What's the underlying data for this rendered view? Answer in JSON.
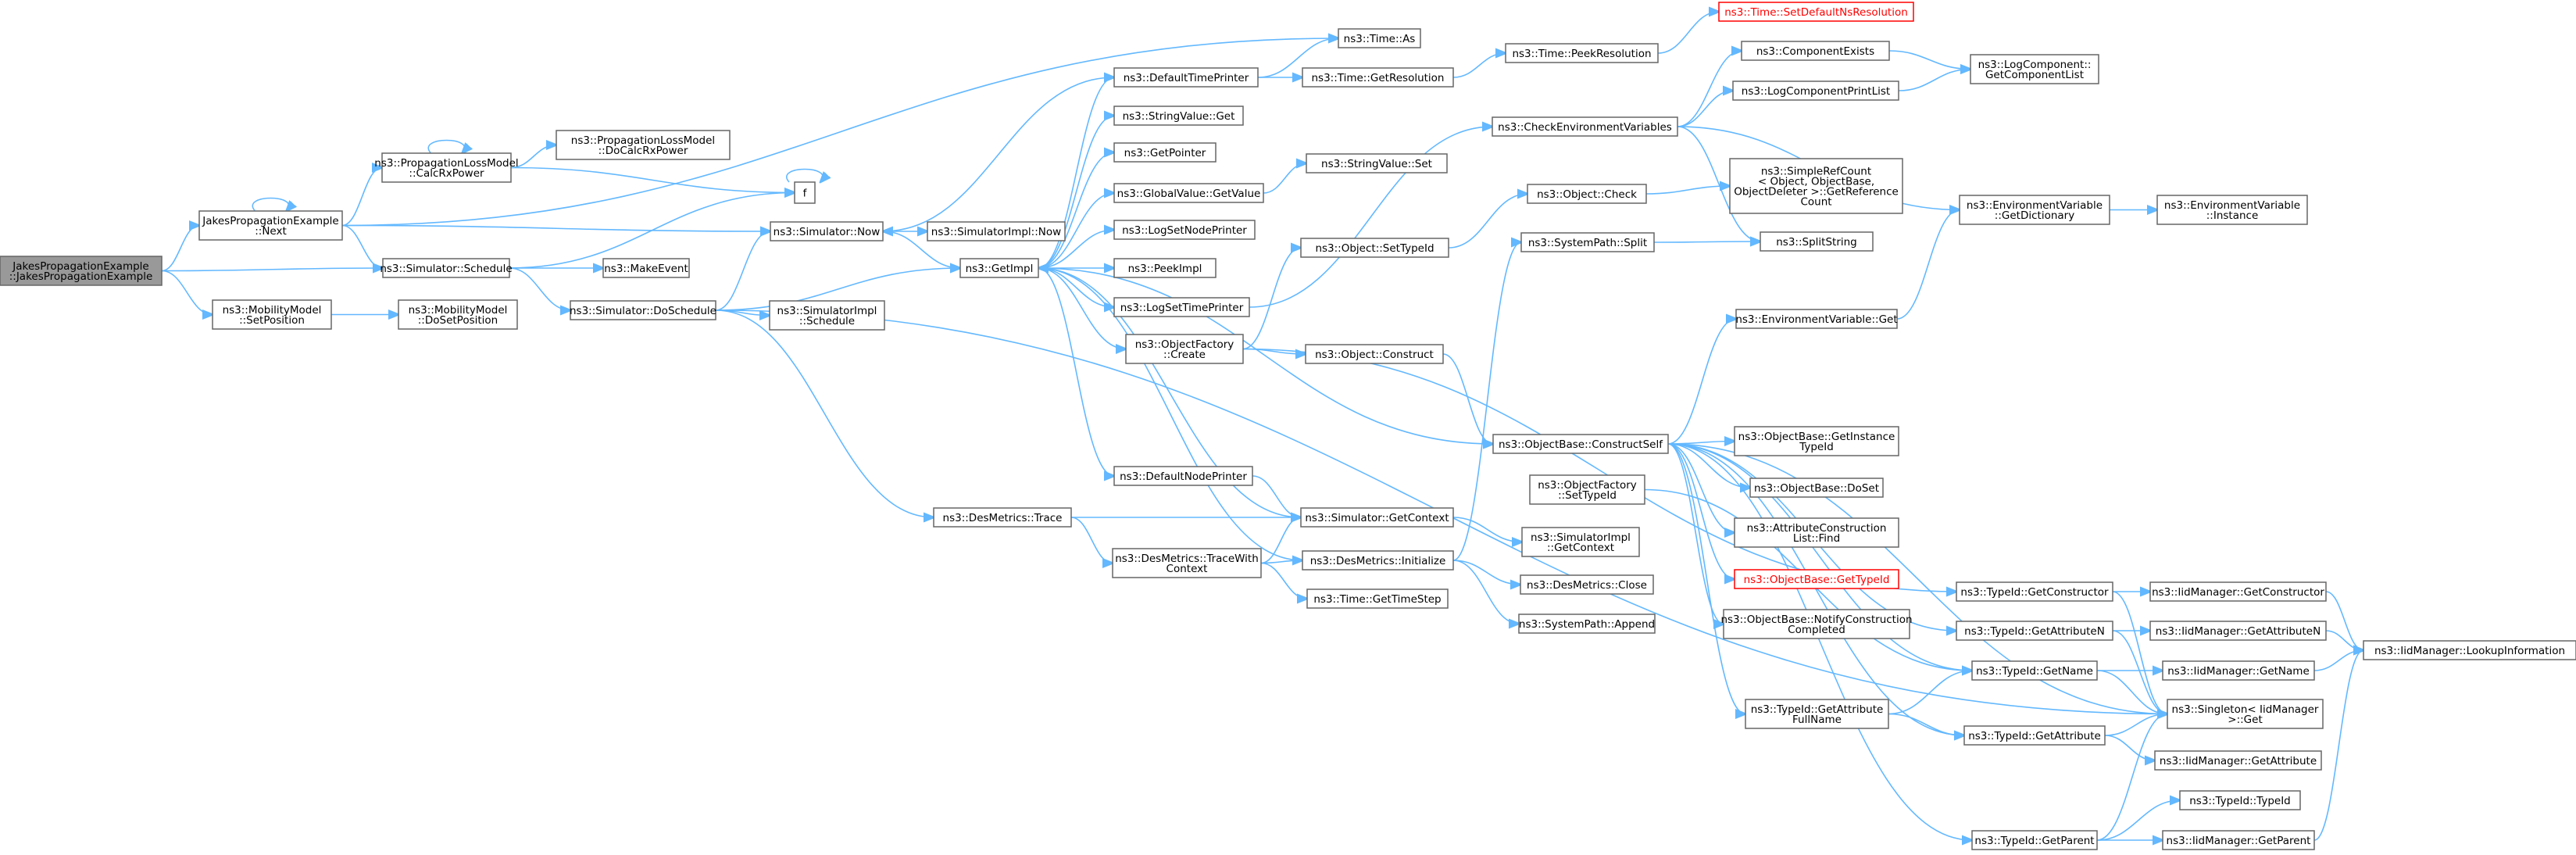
{
  "graph": {
    "type": "call-graph",
    "edge_color": "#63b8ff",
    "node_border_color": "#666666",
    "root_fill_color": "#999999",
    "error_color": "#ff0000",
    "nodes": [
      {
        "id": "root",
        "lines": [
          "JakesPropagationExample",
          "::JakesPropagationExample"
        ],
        "style": "root"
      },
      {
        "id": "jpe_next",
        "lines": [
          "JakesPropagationExample",
          "::Next"
        ]
      },
      {
        "id": "sim_schedule",
        "lines": [
          "ns3::Simulator::Schedule"
        ]
      },
      {
        "id": "mob_setpos",
        "lines": [
          "ns3::MobilityModel",
          "::SetPosition"
        ]
      },
      {
        "id": "plm_calc",
        "lines": [
          "ns3::PropagationLossModel",
          "::CalcRxPower"
        ]
      },
      {
        "id": "plm_docalc",
        "lines": [
          "ns3::PropagationLossModel",
          "::DoCalcRxPower"
        ]
      },
      {
        "id": "f",
        "lines": [
          "f"
        ]
      },
      {
        "id": "time_as",
        "lines": [
          "ns3::Time::As"
        ]
      },
      {
        "id": "sim_now",
        "lines": [
          "ns3::Simulator::Now"
        ]
      },
      {
        "id": "make_event",
        "lines": [
          "ns3::MakeEvent"
        ]
      },
      {
        "id": "sim_doschedule",
        "lines": [
          "ns3::Simulator::DoSchedule"
        ]
      },
      {
        "id": "mob_dosetpos",
        "lines": [
          "ns3::MobilityModel",
          "::DoSetPosition"
        ]
      },
      {
        "id": "simimpl_now",
        "lines": [
          "ns3::SimulatorImpl::Now"
        ]
      },
      {
        "id": "getimpl",
        "lines": [
          "ns3::GetImpl"
        ]
      },
      {
        "id": "simimpl_schedule",
        "lines": [
          "ns3::SimulatorImpl",
          "::Schedule"
        ]
      },
      {
        "id": "desm_trace",
        "lines": [
          "ns3::DesMetrics::Trace"
        ]
      },
      {
        "id": "default_time_printer",
        "lines": [
          "ns3::DefaultTimePrinter"
        ]
      },
      {
        "id": "stringvalue_get",
        "lines": [
          "ns3::StringValue::Get"
        ]
      },
      {
        "id": "getpointer",
        "lines": [
          "ns3::GetPointer"
        ]
      },
      {
        "id": "globalvalue_getvalue",
        "lines": [
          "ns3::GlobalValue::GetValue"
        ]
      },
      {
        "id": "logsetnodeprinter",
        "lines": [
          "ns3::LogSetNodePrinter"
        ]
      },
      {
        "id": "peekimpl",
        "lines": [
          "ns3::PeekImpl"
        ]
      },
      {
        "id": "logsettimeprinter",
        "lines": [
          "ns3::LogSetTimePrinter"
        ]
      },
      {
        "id": "objfactory_create",
        "lines": [
          "ns3::ObjectFactory",
          "::Create"
        ]
      },
      {
        "id": "default_node_printer",
        "lines": [
          "ns3::DefaultNodePrinter"
        ]
      },
      {
        "id": "desm_tracewithcontext",
        "lines": [
          "ns3::DesMetrics::TraceWith",
          "Context"
        ]
      },
      {
        "id": "time_getres",
        "lines": [
          "ns3::Time::GetResolution"
        ]
      },
      {
        "id": "stringvalue_set",
        "lines": [
          "ns3::StringValue::Set"
        ]
      },
      {
        "id": "object_settypeid",
        "lines": [
          "ns3::Object::SetTypeId"
        ]
      },
      {
        "id": "object_construct",
        "lines": [
          "ns3::Object::Construct"
        ]
      },
      {
        "id": "sim_getcontext",
        "lines": [
          "ns3::Simulator::GetContext"
        ]
      },
      {
        "id": "desm_initialize",
        "lines": [
          "ns3::DesMetrics::Initialize"
        ]
      },
      {
        "id": "time_gettimestep",
        "lines": [
          "ns3::Time::GetTimeStep"
        ]
      },
      {
        "id": "time_peekres",
        "lines": [
          "ns3::Time::PeekResolution"
        ]
      },
      {
        "id": "time_setdefaultns",
        "lines": [
          "ns3::Time::SetDefaultNsResolution"
        ],
        "style": "red"
      },
      {
        "id": "check_env",
        "lines": [
          "ns3::CheckEnvironmentVariables"
        ]
      },
      {
        "id": "object_check",
        "lines": [
          "ns3::Object::Check"
        ]
      },
      {
        "id": "systempath_split",
        "lines": [
          "ns3::SystemPath::Split"
        ]
      },
      {
        "id": "objbase_constructself",
        "lines": [
          "ns3::ObjectBase::ConstructSelf"
        ]
      },
      {
        "id": "objfactory_settypeid",
        "lines": [
          "ns3::ObjectFactory",
          "::SetTypeId"
        ]
      },
      {
        "id": "simimpl_getcontext",
        "lines": [
          "ns3::SimulatorImpl",
          "::GetContext"
        ]
      },
      {
        "id": "desm_close",
        "lines": [
          "ns3::DesMetrics::Close"
        ]
      },
      {
        "id": "systempath_append",
        "lines": [
          "ns3::SystemPath::Append"
        ]
      },
      {
        "id": "component_exists",
        "lines": [
          "ns3::ComponentExists"
        ]
      },
      {
        "id": "logcomponent_printlist",
        "lines": [
          "ns3::LogComponentPrintList"
        ]
      },
      {
        "id": "simplerefcount",
        "lines": [
          "ns3::SimpleRefCount",
          "< Object, ObjectBase,",
          "ObjectDeleter >::GetReference",
          "Count"
        ]
      },
      {
        "id": "splitstring",
        "lines": [
          "ns3::SplitString"
        ]
      },
      {
        "id": "envvar_get",
        "lines": [
          "ns3::EnvironmentVariable::Get"
        ]
      },
      {
        "id": "objbase_getinstancetypeid",
        "lines": [
          "ns3::ObjectBase::GetInstance",
          "TypeId"
        ]
      },
      {
        "id": "objbase_doset",
        "lines": [
          "ns3::ObjectBase::DoSet"
        ]
      },
      {
        "id": "attrconstruction_find",
        "lines": [
          "ns3::AttributeConstruction",
          "List::Find"
        ]
      },
      {
        "id": "objbase_gettypeid",
        "lines": [
          "ns3::ObjectBase::GetTypeId"
        ],
        "style": "red"
      },
      {
        "id": "objbase_notify",
        "lines": [
          "ns3::ObjectBase::NotifyConstruction",
          "Completed"
        ]
      },
      {
        "id": "typeid_getattrfullname",
        "lines": [
          "ns3::TypeId::GetAttribute",
          "FullName"
        ]
      },
      {
        "id": "logcomponent_getlist",
        "lines": [
          "ns3::LogComponent::",
          "GetComponentList"
        ]
      },
      {
        "id": "envvar_getdict",
        "lines": [
          "ns3::EnvironmentVariable",
          "::GetDictionary"
        ]
      },
      {
        "id": "envvar_instance",
        "lines": [
          "ns3::EnvironmentVariable",
          "::Instance"
        ]
      },
      {
        "id": "typeid_getconstructor",
        "lines": [
          "ns3::TypeId::GetConstructor"
        ]
      },
      {
        "id": "typeid_getattributen",
        "lines": [
          "ns3::TypeId::GetAttributeN"
        ]
      },
      {
        "id": "typeid_getname",
        "lines": [
          "ns3::TypeId::GetName"
        ]
      },
      {
        "id": "typeid_getattribute",
        "lines": [
          "ns3::TypeId::GetAttribute"
        ]
      },
      {
        "id": "typeid_getparent",
        "lines": [
          "ns3::TypeId::GetParent"
        ]
      },
      {
        "id": "iidm_getconstructor",
        "lines": [
          "ns3::IidManager::GetConstructor"
        ]
      },
      {
        "id": "iidm_getattributen",
        "lines": [
          "ns3::IidManager::GetAttributeN"
        ]
      },
      {
        "id": "iidm_getname",
        "lines": [
          "ns3::IidManager::GetName"
        ]
      },
      {
        "id": "singleton_get",
        "lines": [
          "ns3::Singleton< IidManager",
          ">::Get"
        ]
      },
      {
        "id": "iidm_getattribute",
        "lines": [
          "ns3::IidManager::GetAttribute"
        ]
      },
      {
        "id": "typeid_typeid",
        "lines": [
          "ns3::TypeId::TypeId"
        ]
      },
      {
        "id": "iidm_getparent",
        "lines": [
          "ns3::IidManager::GetParent"
        ]
      },
      {
        "id": "iidm_lookupinfo",
        "lines": [
          "ns3::IidManager::LookupInformation"
        ]
      }
    ],
    "edges": [
      [
        "root",
        "jpe_next"
      ],
      [
        "root",
        "sim_schedule"
      ],
      [
        "root",
        "mob_setpos"
      ],
      [
        "jpe_next",
        "jpe_next"
      ],
      [
        "jpe_next",
        "plm_calc"
      ],
      [
        "jpe_next",
        "time_as"
      ],
      [
        "jpe_next",
        "sim_now"
      ],
      [
        "jpe_next",
        "sim_schedule"
      ],
      [
        "plm_calc",
        "plm_calc"
      ],
      [
        "plm_calc",
        "plm_docalc"
      ],
      [
        "plm_calc",
        "f"
      ],
      [
        "f",
        "f"
      ],
      [
        "sim_schedule",
        "f"
      ],
      [
        "sim_schedule",
        "make_event"
      ],
      [
        "sim_schedule",
        "sim_doschedule"
      ],
      [
        "mob_setpos",
        "mob_dosetpos"
      ],
      [
        "sim_now",
        "simimpl_now"
      ],
      [
        "sim_now",
        "getimpl"
      ],
      [
        "sim_doschedule",
        "sim_now"
      ],
      [
        "sim_doschedule",
        "getimpl"
      ],
      [
        "sim_doschedule",
        "simimpl_schedule"
      ],
      [
        "sim_doschedule",
        "desm_trace"
      ],
      [
        "sim_doschedule",
        "singleton_get"
      ],
      [
        "getimpl",
        "default_time_printer"
      ],
      [
        "getimpl",
        "stringvalue_get"
      ],
      [
        "getimpl",
        "getpointer"
      ],
      [
        "getimpl",
        "globalvalue_getvalue"
      ],
      [
        "getimpl",
        "logsetnodeprinter"
      ],
      [
        "getimpl",
        "peekimpl"
      ],
      [
        "getimpl",
        "logsettimeprinter"
      ],
      [
        "getimpl",
        "objfactory_create"
      ],
      [
        "getimpl",
        "default_node_printer"
      ],
      [
        "getimpl",
        "objbase_constructself"
      ],
      [
        "default_time_printer",
        "sim_now"
      ],
      [
        "default_time_printer",
        "time_as"
      ],
      [
        "default_time_printer",
        "time_getres"
      ],
      [
        "globalvalue_getvalue",
        "stringvalue_set"
      ],
      [
        "logsettimeprinter",
        "check_env"
      ],
      [
        "objfactory_create",
        "object_settypeid"
      ],
      [
        "objfactory_create",
        "object_construct"
      ],
      [
        "objfactory_create",
        "typeid_getconstructor"
      ],
      [
        "default_node_printer",
        "sim_getcontext"
      ],
      [
        "desm_trace",
        "sim_getcontext"
      ],
      [
        "desm_trace",
        "desm_tracewithcontext"
      ],
      [
        "desm_tracewithcontext",
        "sim_getcontext"
      ],
      [
        "desm_tracewithcontext",
        "desm_initialize"
      ],
      [
        "desm_tracewithcontext",
        "time_gettimestep"
      ],
      [
        "sim_getcontext",
        "getimpl"
      ],
      [
        "sim_getcontext",
        "simimpl_getcontext"
      ],
      [
        "desm_initialize",
        "getimpl"
      ],
      [
        "desm_initialize",
        "systempath_split"
      ],
      [
        "desm_initialize",
        "desm_close"
      ],
      [
        "desm_initialize",
        "systempath_append"
      ],
      [
        "time_getres",
        "time_peekres"
      ],
      [
        "time_peekres",
        "time_setdefaultns"
      ],
      [
        "check_env",
        "component_exists"
      ],
      [
        "check_env",
        "logcomponent_printlist"
      ],
      [
        "check_env",
        "splitstring"
      ],
      [
        "check_env",
        "envvar_getdict"
      ],
      [
        "component_exists",
        "logcomponent_getlist"
      ],
      [
        "logcomponent_printlist",
        "logcomponent_getlist"
      ],
      [
        "object_settypeid",
        "object_check"
      ],
      [
        "object_check",
        "simplerefcount"
      ],
      [
        "systempath_split",
        "splitstring"
      ],
      [
        "object_construct",
        "objbase_constructself"
      ],
      [
        "objbase_constructself",
        "envvar_get"
      ],
      [
        "objbase_constructself",
        "objbase_getinstancetypeid"
      ],
      [
        "objbase_constructself",
        "objbase_doset"
      ],
      [
        "objbase_constructself",
        "attrconstruction_find"
      ],
      [
        "objbase_constructself",
        "objbase_gettypeid"
      ],
      [
        "objbase_constructself",
        "objbase_notify"
      ],
      [
        "objbase_constructself",
        "typeid_getattrfullname"
      ],
      [
        "objbase_constructself",
        "typeid_getattributen"
      ],
      [
        "objbase_constructself",
        "typeid_getname"
      ],
      [
        "objbase_constructself",
        "typeid_getattribute"
      ],
      [
        "objbase_constructself",
        "typeid_getparent"
      ],
      [
        "objbase_constructself",
        "singleton_get"
      ],
      [
        "objfactory_settypeid",
        "typeid_getname"
      ],
      [
        "envvar_get",
        "envvar_getdict"
      ],
      [
        "envvar_getdict",
        "envvar_instance"
      ],
      [
        "typeid_getattrfullname",
        "typeid_getname"
      ],
      [
        "typeid_getattrfullname",
        "typeid_getattribute"
      ],
      [
        "typeid_getconstructor",
        "iidm_getconstructor"
      ],
      [
        "typeid_getconstructor",
        "singleton_get"
      ],
      [
        "typeid_getattributen",
        "iidm_getattributen"
      ],
      [
        "typeid_getattributen",
        "singleton_get"
      ],
      [
        "typeid_getname",
        "iidm_getname"
      ],
      [
        "typeid_getname",
        "singleton_get"
      ],
      [
        "typeid_getattribute",
        "iidm_getattribute"
      ],
      [
        "typeid_getattribute",
        "singleton_get"
      ],
      [
        "typeid_getparent",
        "typeid_typeid"
      ],
      [
        "typeid_getparent",
        "iidm_getparent"
      ],
      [
        "typeid_getparent",
        "singleton_get"
      ],
      [
        "iidm_getconstructor",
        "iidm_lookupinfo"
      ],
      [
        "iidm_getattributen",
        "iidm_lookupinfo"
      ],
      [
        "iidm_getname",
        "iidm_lookupinfo"
      ],
      [
        "iidm_getparent",
        "iidm_lookupinfo"
      ]
    ]
  }
}
